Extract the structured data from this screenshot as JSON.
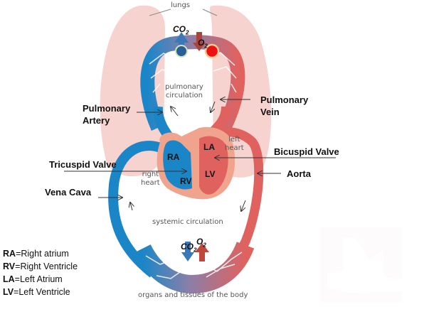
{
  "diagram": {
    "title_labels": {
      "lungs": "lungs",
      "pulmonary_circulation": "pulmonary\ncirculation",
      "systemic_circulation": "systemic circulation",
      "organs": "organs and tissues of the body",
      "left_heart": "left\nheart",
      "right_heart": "right\nheart"
    },
    "chambers": {
      "ra": "RA",
      "rv": "RV",
      "la": "LA",
      "lv": "LV"
    },
    "gases": {
      "lung_co2": "CO",
      "lung_o2": "O",
      "body_co2": "CO",
      "body_o2": "O",
      "subscript": "2"
    },
    "callouts": {
      "pulmonary_artery": "Pulmonary\nArtery",
      "pulmonary_vein": "Pulmonary\nVein",
      "tricuspid_valve": "Tricuspid Valve",
      "bicuspid_valve": "Bicuspid Valve",
      "vena_cava": "Vena Cava",
      "aorta": "Aorta"
    },
    "legend": [
      {
        "abbr": "RA",
        "text": "=Right atrium"
      },
      {
        "abbr": "RV",
        "text": "=Right Ventricle"
      },
      {
        "abbr": "LA",
        "text": "=Left Atrium"
      },
      {
        "abbr": "LV",
        "text": "=Left Ventricle"
      }
    ],
    "colors": {
      "deoxygenated": "#1a86c8",
      "oxygenated": "#e0625f",
      "lungs": "#f7d3cf",
      "heart_wall": "#f0a48e",
      "o2_marker": "#ee1111"
    }
  }
}
